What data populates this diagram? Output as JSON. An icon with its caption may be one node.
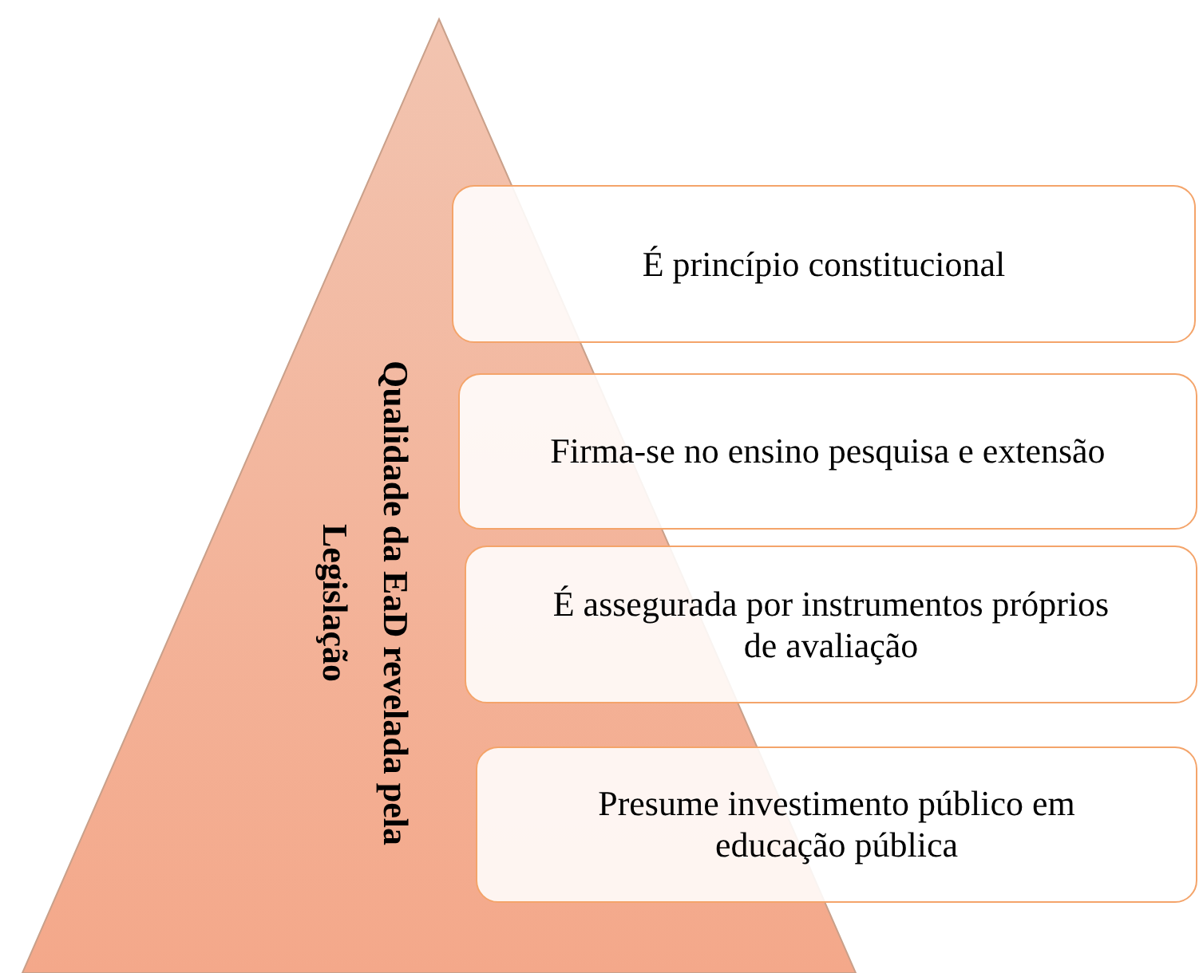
{
  "diagram": {
    "nodes": [
      {
        "text": [
          "Qualidade da EaD revelada pela Legislação"
        ]
      },
      {
        "text": [
          "É princípio constitucional"
        ]
      },
      {
        "text": [
          "Firma-se no ensino pesquisa e extensão"
        ]
      },
      {
        "text": [
          "É assegurada por instrumentos próprios de avaliação"
        ]
      },
      {
        "text": [
          "Presume investimento público em educação pública"
        ]
      }
    ]
  }
}
